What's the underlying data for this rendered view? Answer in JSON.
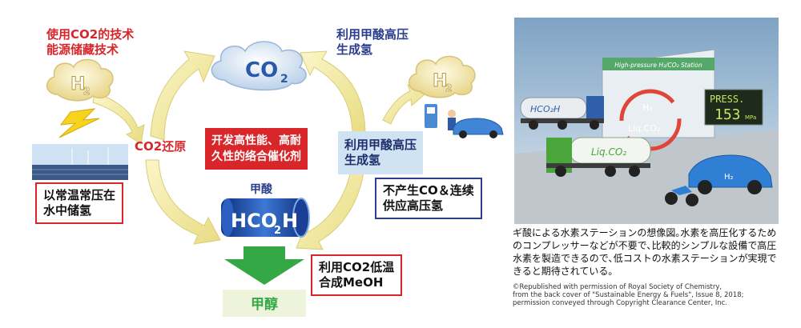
{
  "left_diagram": {
    "top_left_red": [
      "使用CO2的技术",
      "能源储藏技术"
    ],
    "top_right_blue": [
      "利用甲酸高压",
      "生成氢"
    ],
    "co2_cloud": "CO",
    "co2_sub": "2",
    "h2_left": "H",
    "h2_left_sub": "2",
    "h2_right": "H",
    "h2_right_sub": "2",
    "co2_reduction": "CO2还原",
    "catalyst_box": [
      "开发高性能、高耐",
      "久性的络合催化剂"
    ],
    "hydrogen_box": [
      "利用甲酸高压",
      "生成氢"
    ],
    "storage_box": [
      "以常温常压在",
      "水中储氢"
    ],
    "formic_acid_label": "甲酸",
    "formic_formula": "HCO",
    "formic_sub": "2",
    "formic_h": "H",
    "no_co_box": [
      "不产生CO＆连续",
      "供应高压氢"
    ],
    "meoh_box": [
      "利用CO2低温",
      "合成MeOH"
    ],
    "methanol_label": "甲醇"
  },
  "right_photo": {
    "station_sign": "High-pressure H₂/CO₂ Station",
    "press_label": "PRESS.",
    "press_value": "153",
    "press_unit": "MPa",
    "h2_ring": "H₂",
    "co2_ring": "Liq.CO₂",
    "truck1_label": "HCO₂H",
    "truck2_label": "Liq.CO₂",
    "car_label": "H₂",
    "caption": "ギ酸による水素ステーションの想像図｡水素を高圧化するためのコンプレッサーなどが不要で､比較的シンプルな設備で高圧水素を製造できるので､低コストの水素ステーションが実現できると期待されている｡",
    "credit": [
      "©Republished with permission of Royal Society of Chemistry,",
      "from the back cover of \"Sustainable Energy & Fuels\", Issue 8, 2018;",
      "permission conveyed through Copyright Clearance Center, Inc."
    ]
  },
  "colors": {
    "red": "#d8262b",
    "blue": "#2b3f8c",
    "green": "#35a846",
    "arrow": "#f4eb9e"
  }
}
